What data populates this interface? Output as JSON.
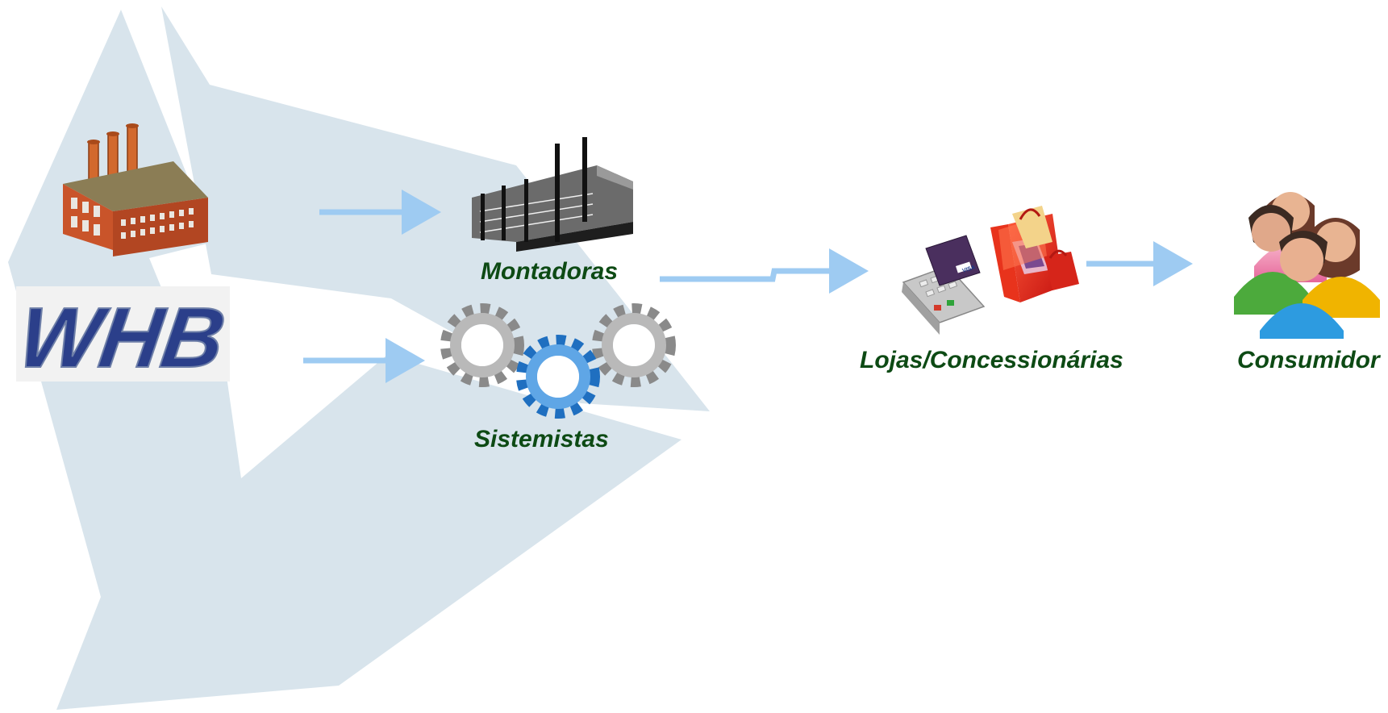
{
  "diagram": {
    "nodes": {
      "whb": {
        "logo_text": "WHB",
        "icon": "factory-icon"
      },
      "montadoras": {
        "label": "Montadoras",
        "icon": "assembly-plant-icon"
      },
      "sistemistas": {
        "label": "Sistemistas",
        "icon": "gears-icon"
      },
      "lojas": {
        "label": "Lojas/Concessionárias",
        "icon": "shopping-payment-icon"
      },
      "consumidor": {
        "label": "Consumidor",
        "icon": "people-group-icon"
      }
    },
    "card_brand": "VISA",
    "edges": [
      {
        "from": "whb",
        "to": "montadoras"
      },
      {
        "from": "whb",
        "to": "sistemistas"
      },
      {
        "from": "montadoras",
        "to": "lojas"
      },
      {
        "from": "lojas",
        "to": "consumidor"
      }
    ],
    "colors": {
      "label_text": "#0d4a14",
      "arrow": "#9ecbf2",
      "background_shape": "#d8e4ec",
      "logo_blue": "#2b3f8a"
    }
  }
}
